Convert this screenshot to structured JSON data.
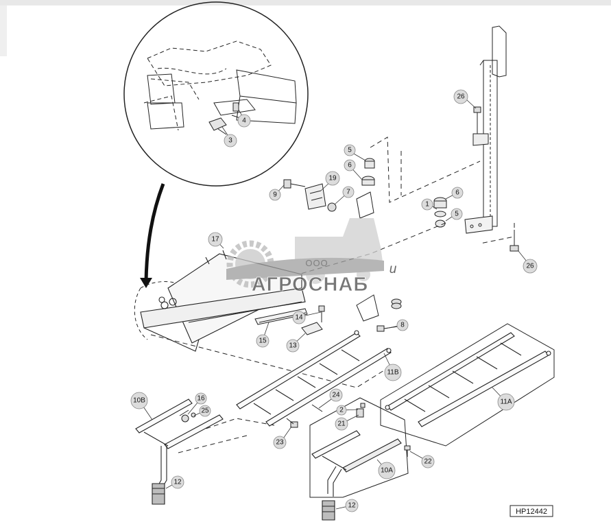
{
  "drawing": {
    "ref_code": "HP12442",
    "watermark": {
      "ooo": "ООО",
      "brand": "АГРОСНАБ",
      "trailing": "u"
    }
  },
  "callouts": [
    "3",
    "4",
    "26",
    "5",
    "6",
    "9",
    "19",
    "7",
    "1",
    "6",
    "5",
    "17",
    "26",
    "14",
    "8",
    "15",
    "13",
    "11B",
    "10B",
    "16",
    "25",
    "24",
    "2",
    "21",
    "11A",
    "23",
    "22",
    "10A",
    "12",
    "12"
  ]
}
